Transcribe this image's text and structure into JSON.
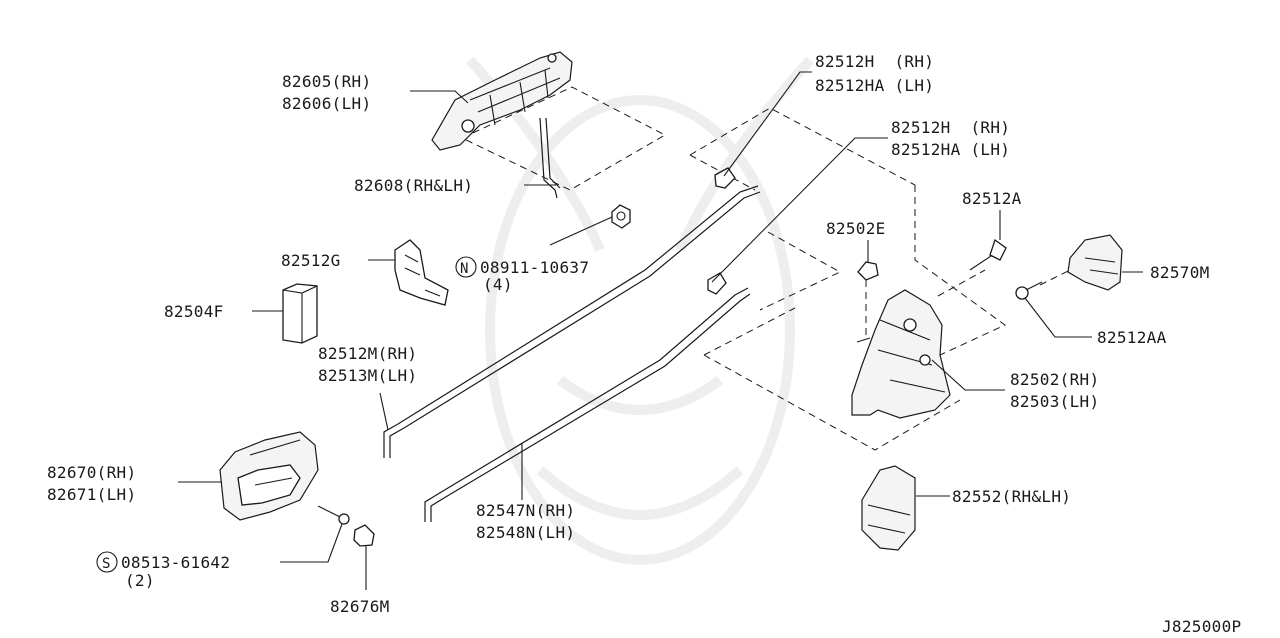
{
  "diagram_code": "J825000P",
  "callouts": {
    "outer_handle_rh": "82605(RH)",
    "outer_handle_lh": "82606(LH)",
    "handle_rod": "82608(RH&LH)",
    "rod_clip_upper_rh": "82512H  (RH)",
    "rod_clip_upper_lh": "82512HA (LH)",
    "rod_clip_mid_rh": "82512H  (RH)",
    "rod_clip_mid_lh": "82512HA (LH)",
    "clip_g": "82512G",
    "nut_number": "08911-10637",
    "nut_qty": "(4)",
    "pad": "82504F",
    "rod_m_rh": "82512M(RH)",
    "rod_m_lh": "82513M(LH)",
    "inner_handle_rh": "82670(RH)",
    "inner_handle_lh": "82671(LH)",
    "screw_number": "08513-61642",
    "screw_qty": "(2)",
    "escutcheon": "82676M",
    "rod_n_rh": "82547N(RH)",
    "rod_n_lh": "82548N(LH)",
    "grommet": "82502E",
    "striker_bolt": "82512A",
    "striker": "82570M",
    "striker_screw": "82512AA",
    "lock_rh": "82502(RH)",
    "lock_lh": "82503(LH)",
    "actuator": "82552(RH&LH)",
    "nut_symbol": "N",
    "screw_symbol": "S"
  }
}
